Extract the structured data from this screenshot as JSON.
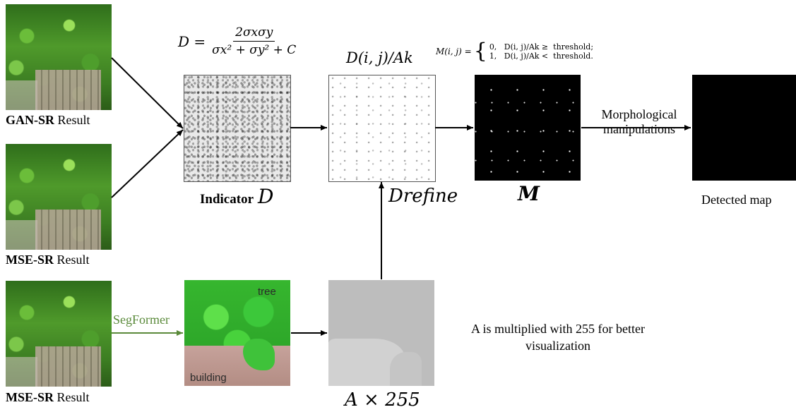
{
  "inputs": [
    {
      "caption_bold": "GAN-SR",
      "caption_rest": " Result"
    },
    {
      "caption_bold": "MSE-SR",
      "caption_rest": " Result"
    },
    {
      "caption_bold": "MSE-SR",
      "caption_rest": " Result"
    }
  ],
  "formula_D": {
    "lhs": "D =",
    "numerator": "2σxσy",
    "denominator": "σx² + σy² + C"
  },
  "indicator": {
    "label_bold": "Indicator",
    "label_symbol": "D"
  },
  "refine_formula": "D(i, j)/Ak",
  "refine_label": "Drefine",
  "mask_formula": {
    "lhs": "M(i, j) =",
    "case0": "0,   D(i, j)/Ak ≥  threshold;",
    "case1": "1,   D(i, j)/Ak <  threshold."
  },
  "mask_label": "M",
  "morph_label_line1": "Morphological",
  "morph_label_line2": "manipulations",
  "detected_label": "Detected map",
  "segformer_label": "SegFormer",
  "seg_tree_label": "tree",
  "seg_building_label": "building",
  "amap_label": "A × 255",
  "amap_note_line1": "A is multiplied with 255 for better",
  "amap_note_line2": "visualization",
  "colors": {
    "arrow": "#000000",
    "segformer": "#5a8a3a"
  }
}
